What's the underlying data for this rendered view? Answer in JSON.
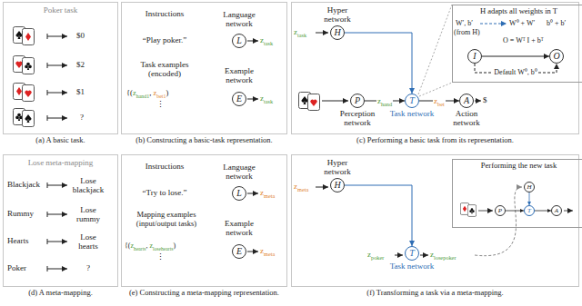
{
  "diagram": {
    "nodes": [
      {
        "text": [
          "(a) A basic task."
        ]
      },
      {
        "text": [
          "(b) Constructing a basic-task representation."
        ]
      },
      {
        "text": [
          "Language network",
          "L"
        ],
        "in": 1
      },
      {
        "text": [
          "Example network",
          "E"
        ],
        "in": 1
      },
      {
        "text": [
          "(c) Performing a basic task from its representation."
        ]
      },
      {
        "text": [
          "Hyper network",
          "H"
        ],
        "in": 4
      },
      {
        "text": [
          "P",
          "Perception network"
        ],
        "in": 4
      },
      {
        "text": [
          "T",
          "Task network"
        ],
        "in": 4
      },
      {
        "text": [
          "A",
          "Action network"
        ],
        "in": 4
      },
      {
        "text": [
          "H adapts all weights in T"
        ],
        "in": 4
      },
      {
        "text": [
          "I"
        ],
        "in": 9
      },
      {
        "text": [
          "O"
        ],
        "in": 9
      },
      {
        "text": [
          "(d) A meta-mapping."
        ]
      },
      {
        "text": [
          "(e) Constructing a meta-mapping representation."
        ]
      },
      {
        "text": [
          "Language network",
          "L"
        ],
        "in": 13
      },
      {
        "text": [
          "Example network",
          "E"
        ],
        "in": 13
      },
      {
        "text": [
          "(f) Transforming a task via a meta-mapping."
        ]
      },
      {
        "text": [
          "Hyper network",
          "H"
        ],
        "in": 16
      },
      {
        "text": [
          "T",
          "Task network"
        ],
        "in": 16
      },
      {
        "text": [
          "Performing the new task"
        ],
        "in": 16
      },
      {
        "text": [
          "H"
        ],
        "in": 19
      },
      {
        "text": [
          "P"
        ],
        "in": 19
      },
      {
        "text": [
          "T"
        ],
        "in": 19
      },
      {
        "text": [
          "A"
        ],
        "in": 19
      }
    ],
    "edges": [
      {
        "from": 6,
        "to": 7,
        "arrow": "to",
        "label": "zhand"
      },
      {
        "from": 7,
        "to": 8,
        "arrow": "to",
        "label": "zbet"
      },
      {
        "from": 5,
        "to": 7,
        "arrow": "to"
      },
      {
        "from": 10,
        "to": 11,
        "arrow": "to"
      },
      {
        "from": 10,
        "to": 11,
        "arrow": "to",
        "label": "Default W⁰, b⁰"
      },
      {
        "from": 17,
        "to": 18,
        "arrow": "to"
      },
      {
        "from": 20,
        "to": 22,
        "arrow": "to"
      },
      {
        "from": 21,
        "to": 22,
        "arrow": "to"
      },
      {
        "from": 22,
        "to": 23,
        "arrow": "to"
      }
    ],
    "labels": [
      "Poker task",
      "$0",
      "$2",
      "$1",
      "?",
      "Instructions",
      "“Play poker.”",
      "ztask",
      "Task examples (encoded)",
      "{(zhand1, zbet1)",
      "⋮",
      "ztask",
      "ztask",
      "W′, b′",
      "(from H)",
      "W⁰ + W′",
      "b⁰ + b′",
      "O = Wᵀ I + bᵀ",
      "$",
      "Lose meta-mapping",
      "Blackjack",
      "Lose blackjack",
      "Rummy",
      "Lose rummy",
      "Hearts",
      "Lose hearts",
      "Poker",
      "?",
      "Instructions",
      "“Try to lose.”",
      "zmeta",
      "Mapping examples (input/output tasks)",
      "{(zhearts, zlosehearts)",
      "⋮",
      "zmeta",
      "zmeta",
      "zpoker",
      "zlosepoker"
    ]
  }
}
